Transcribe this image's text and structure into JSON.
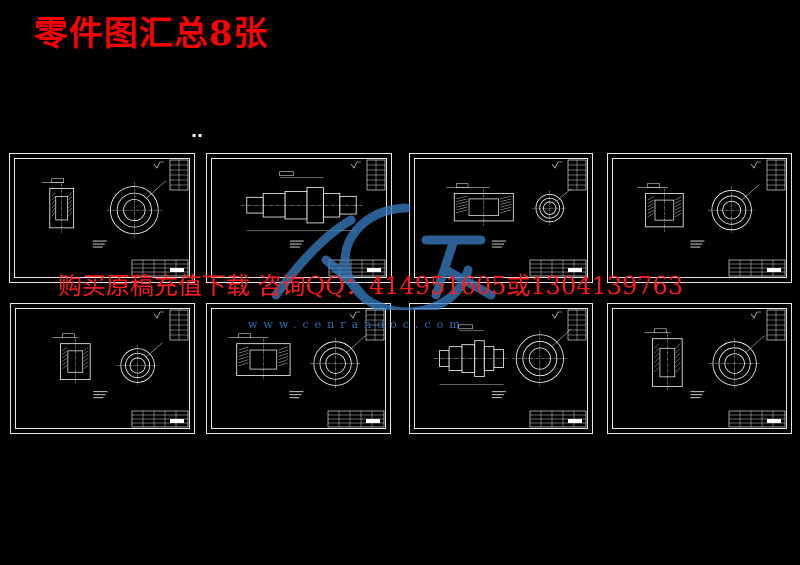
{
  "page": {
    "title": "零件图汇总8张",
    "title_color": "#ff0000"
  },
  "watermark": {
    "text": "购买原稿充值下载 咨询QQ：414951605或1304139763",
    "color": "#ff1a1a",
    "url": "www.cenrandoc.com",
    "url_color": "#2f6fb0",
    "logo_color": "#3a7fc4"
  },
  "drawings": [
    {
      "type": "flange"
    },
    {
      "type": "shaft"
    },
    {
      "type": "housing"
    },
    {
      "type": "ring"
    },
    {
      "type": "small-gear"
    },
    {
      "type": "sleeve"
    },
    {
      "type": "long-shaft"
    },
    {
      "type": "bushing"
    }
  ]
}
